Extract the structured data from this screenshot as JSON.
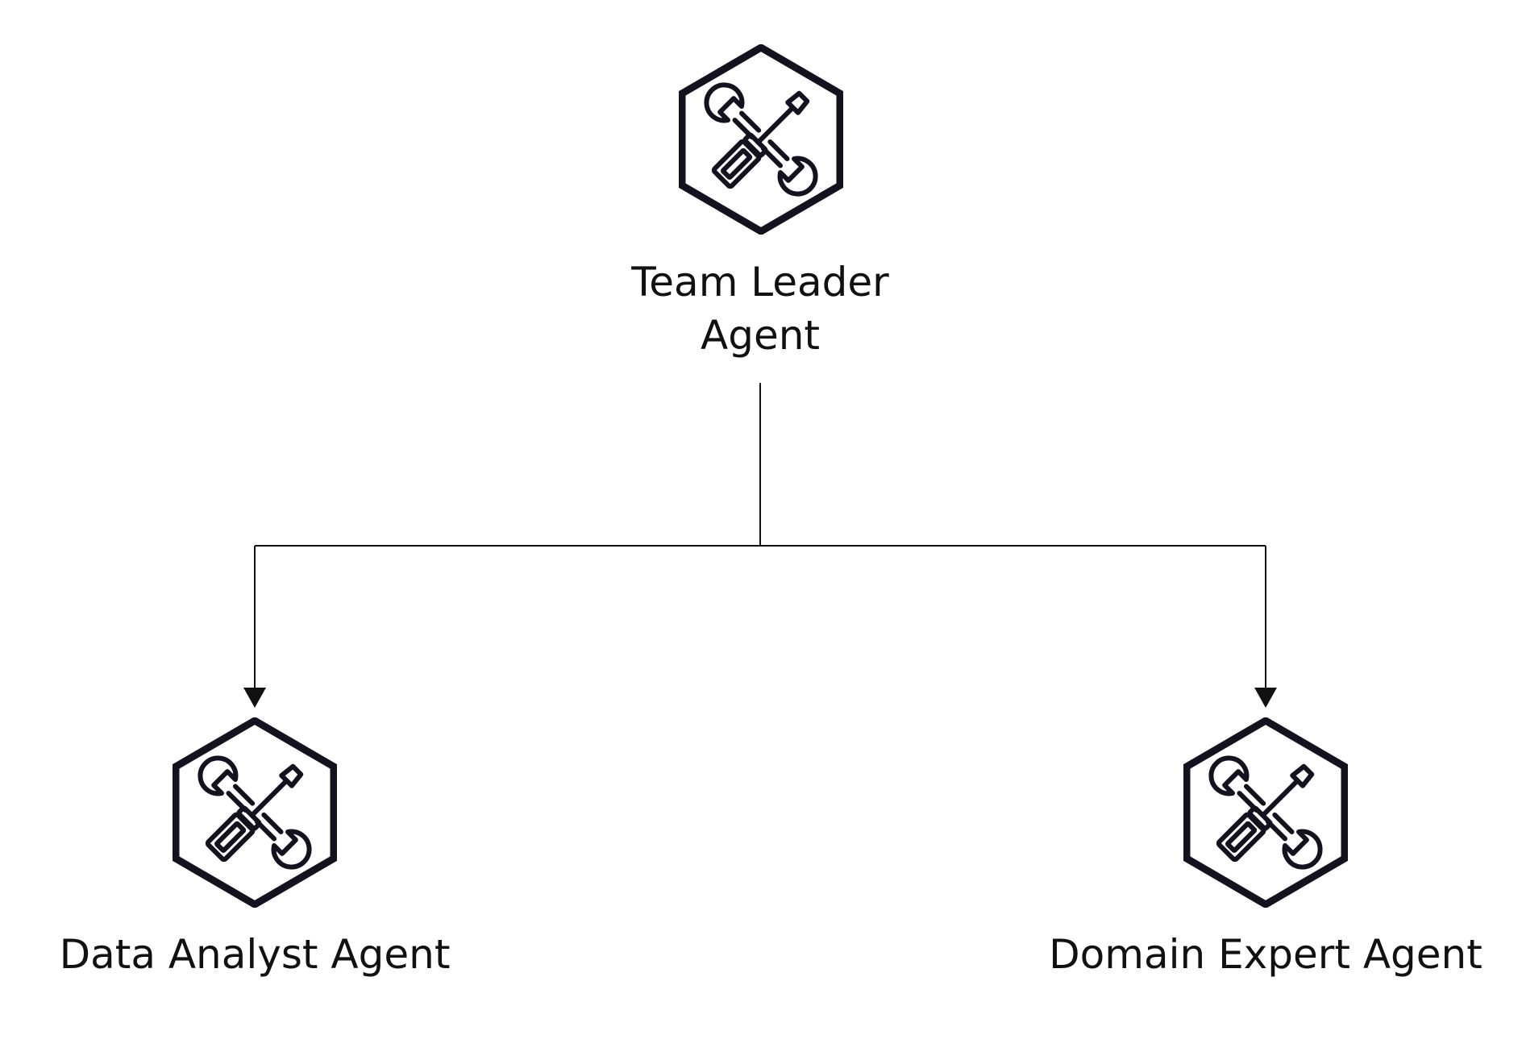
{
  "diagram": {
    "nodes": [
      {
        "id": "team-leader",
        "label_line1": "Team Leader",
        "label_line2": "Agent",
        "icon": "tools-icon"
      },
      {
        "id": "data-analyst",
        "label": "Data Analyst Agent",
        "icon": "tools-icon"
      },
      {
        "id": "domain-expert",
        "label": "Domain Expert Agent",
        "icon": "tools-icon"
      }
    ],
    "edges": [
      {
        "from": "team-leader",
        "to": "data-analyst",
        "arrow": "end"
      },
      {
        "from": "team-leader",
        "to": "domain-expert",
        "arrow": "end"
      }
    ],
    "colors": {
      "icon_stroke": "#14121f",
      "line": "#111111",
      "text": "#111111",
      "background": "#ffffff"
    }
  }
}
